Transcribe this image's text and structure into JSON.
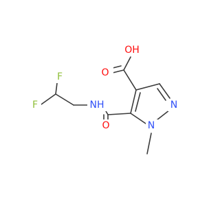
{
  "structure": {
    "atoms": [
      {
        "id": "O_oh",
        "label": "OH",
        "color": "#ff0d0d"
      },
      {
        "id": "O_carboxyl",
        "label": "O",
        "color": "#ff0d0d"
      },
      {
        "id": "F_top",
        "label": "F",
        "color": "#8fbf3a"
      },
      {
        "id": "F_left",
        "label": "F",
        "color": "#8fbf3a"
      },
      {
        "id": "N_amide",
        "label": "NH",
        "color": "#3050f8"
      },
      {
        "id": "N_ring_2",
        "label": "N",
        "color": "#3050f8"
      },
      {
        "id": "N_ring_1",
        "label": "N",
        "color": "#3050f8"
      },
      {
        "id": "O_amide",
        "label": "O",
        "color": "#ff0d0d"
      }
    ],
    "bond_color": "#3a3a3a"
  }
}
